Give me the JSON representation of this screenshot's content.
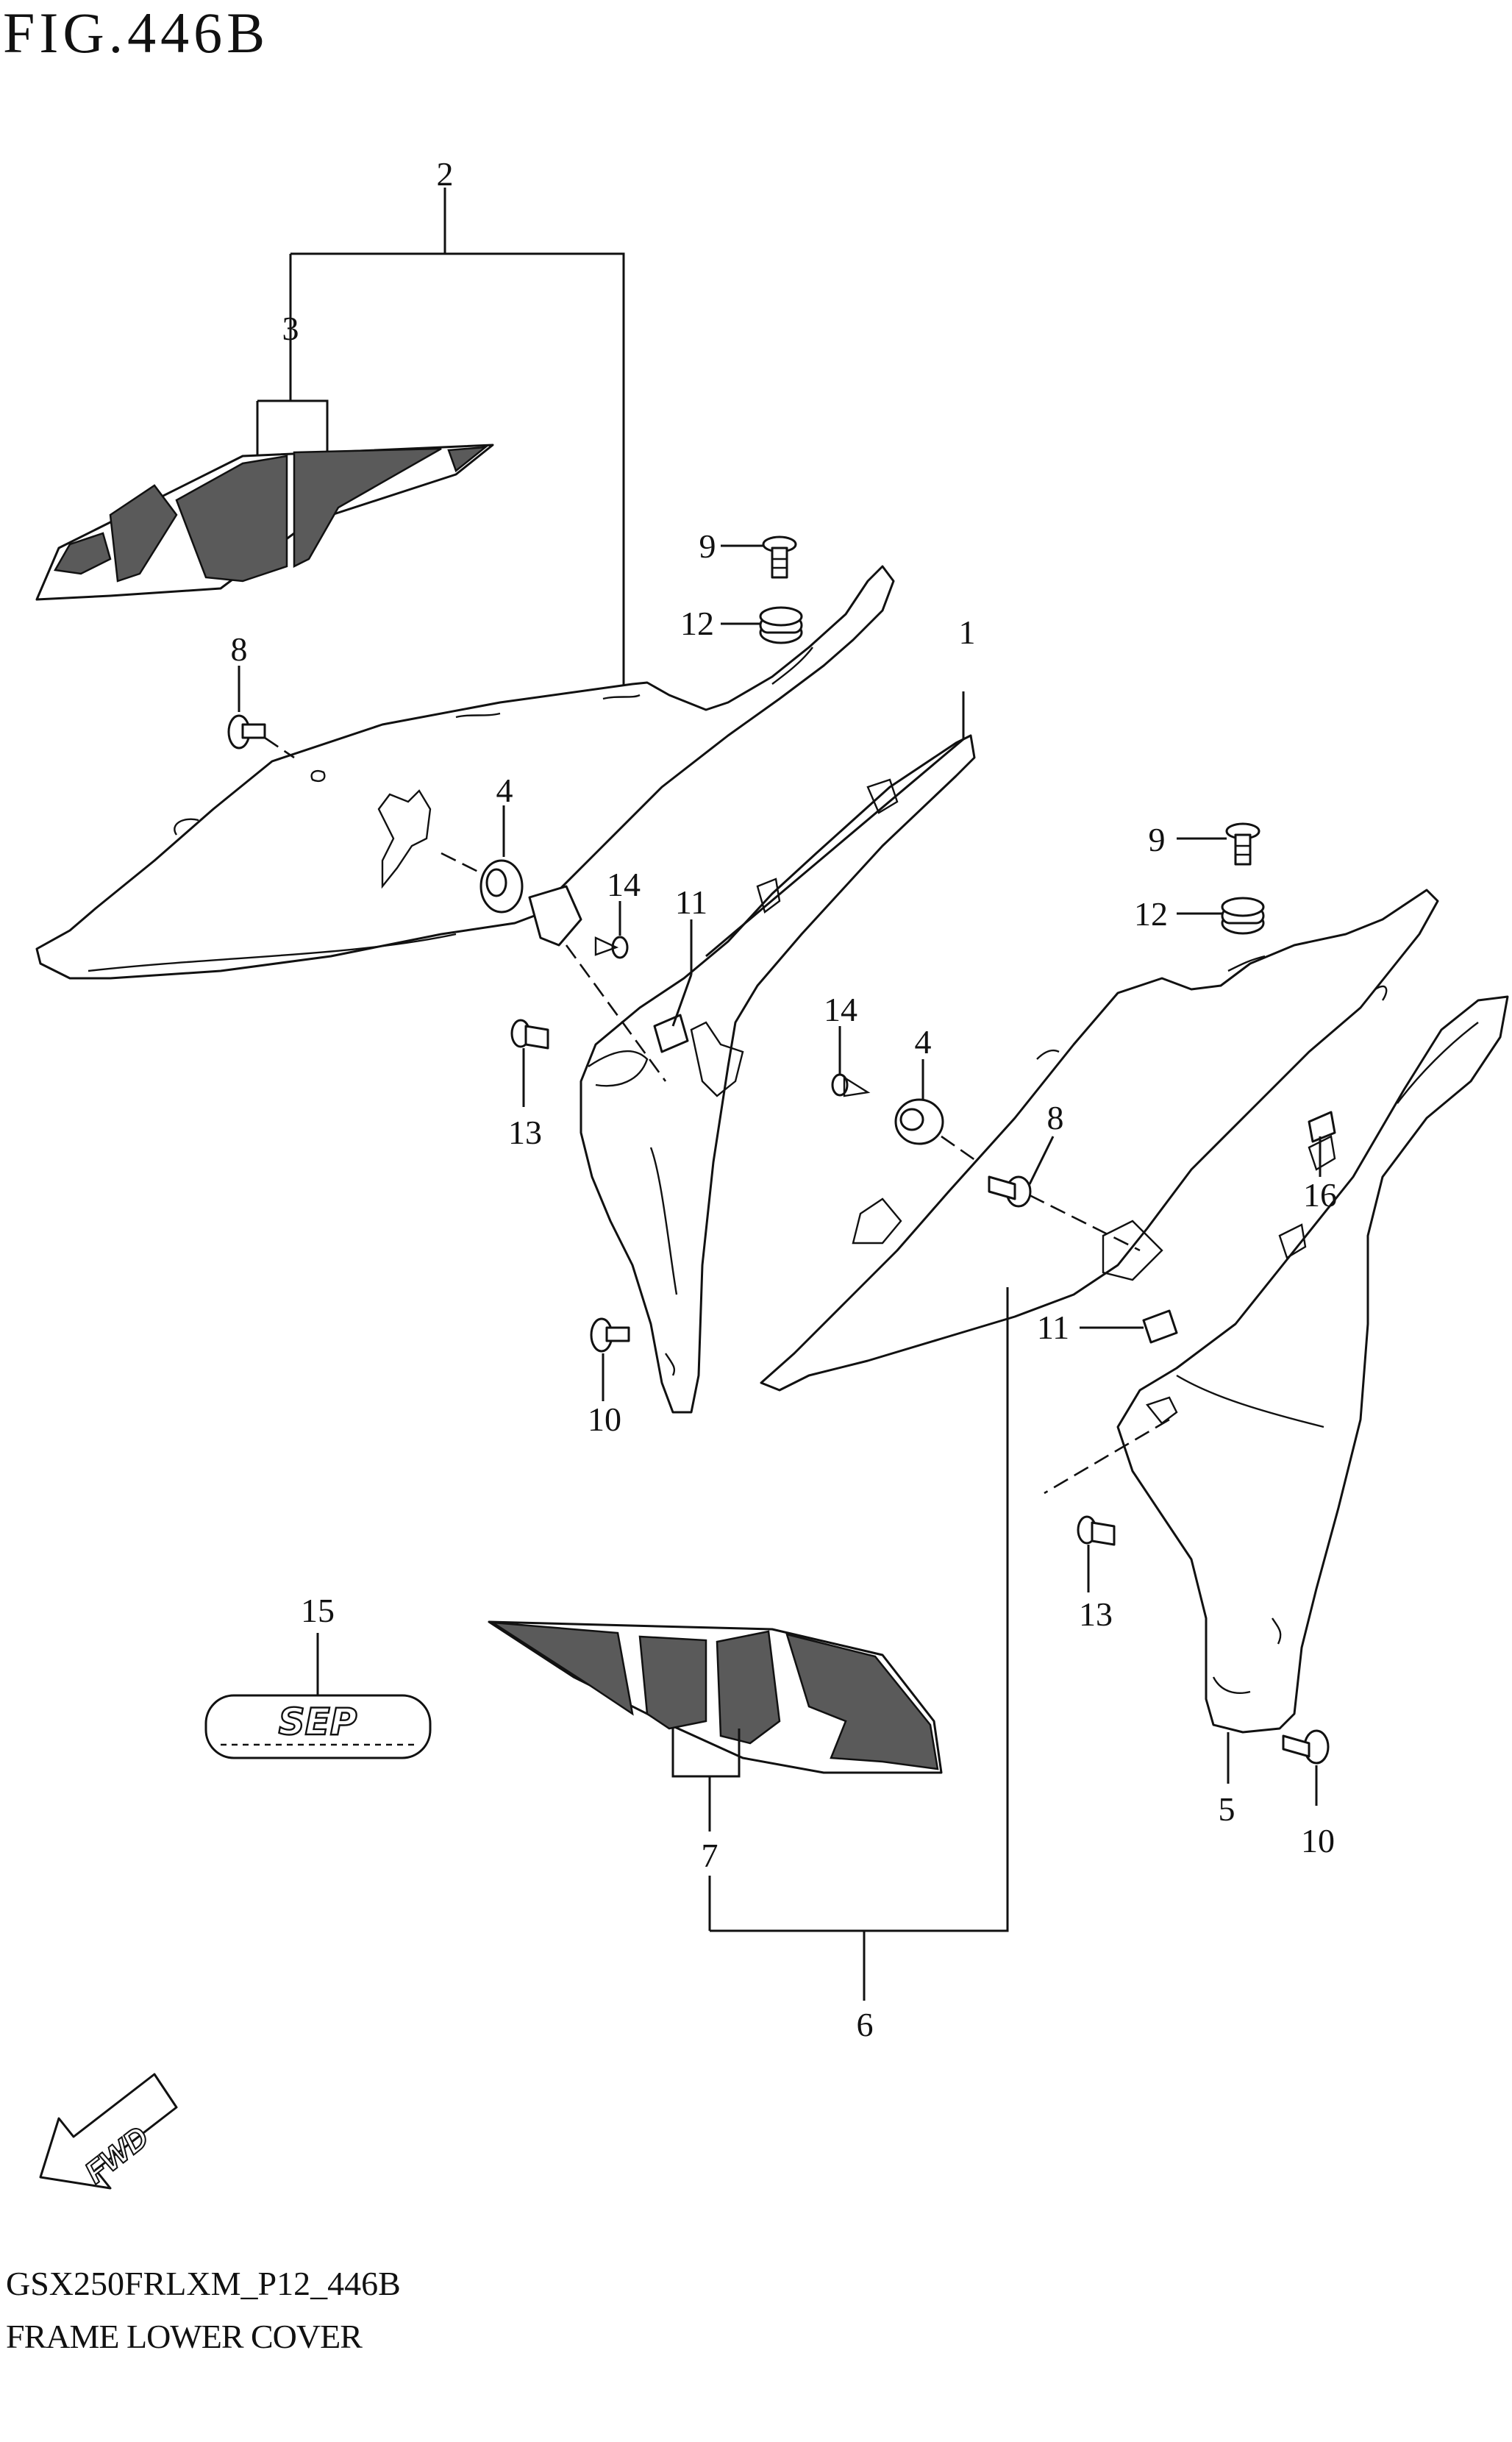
{
  "figure": {
    "title": "FIG.446B",
    "model_code": "GSX250FRLXM_P12_446B",
    "name": "FRAME LOWER COVER"
  },
  "callouts": {
    "c1": "1",
    "c2": "2",
    "c3": "3",
    "c4a": "4",
    "c4b": "4",
    "c5": "5",
    "c6": "6",
    "c7": "7",
    "c8a": "8",
    "c8b": "8",
    "c9a": "9",
    "c9b": "9",
    "c10a": "10",
    "c10b": "10",
    "c11a": "11",
    "c11b": "11",
    "c12a": "12",
    "c12b": "12",
    "c13a": "13",
    "c13b": "13",
    "c14a": "14",
    "c14b": "14",
    "c15": "15",
    "c16": "16"
  },
  "decals": {
    "emblem": "SEP",
    "fwd_arrow": "FWD"
  },
  "colors": {
    "line": "#111111",
    "decal_fill": "#5a5a5a"
  }
}
